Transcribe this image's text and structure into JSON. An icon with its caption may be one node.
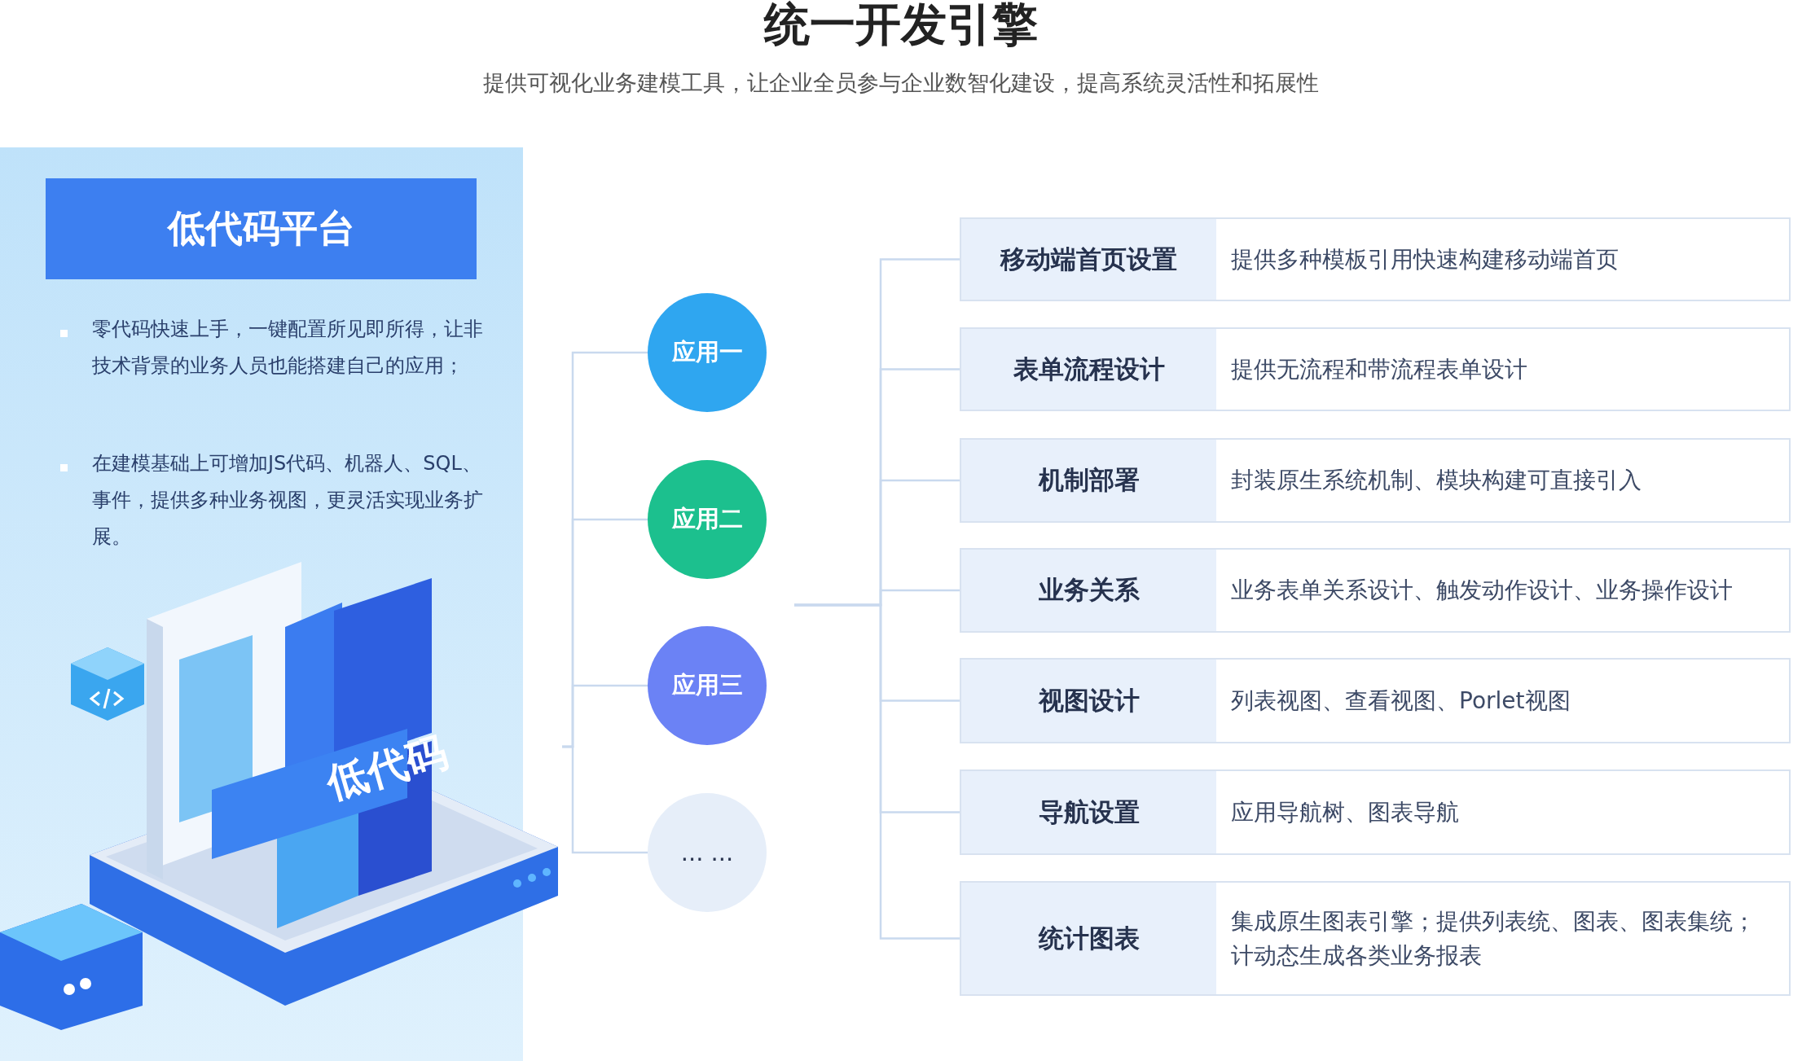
{
  "diagram": {
    "title": "统一开发引擎",
    "nodes": [
      {
        "text": [
          "低代码平台"
        ]
      },
      {
        "text": [],
        "shape": "picture"
      },
      {
        "text": [
          "应用一"
        ]
      },
      {
        "text": [
          "应用二"
        ]
      },
      {
        "text": [
          "应用三"
        ]
      },
      {
        "text": [
          "... ..."
        ]
      },
      {
        "text": [
          "移动端首页设置",
          "提供多种模板引用快速构建移动端首页"
        ]
      },
      {
        "text": [
          "表单流程设计",
          "提供无流程和带流程表单设计"
        ]
      },
      {
        "text": [
          "机制部署",
          "封装原生系统机制、模块构建可直接引入"
        ]
      },
      {
        "text": [
          "业务关系",
          "业务表单关系设计、触发动作设计、业务操作设计"
        ]
      },
      {
        "text": [
          "视图设计",
          "列表视图、查看视图、Porlet视图"
        ]
      },
      {
        "text": [
          "导航设置",
          "应用导航树、图表导航"
        ]
      },
      {
        "text": [
          "统计图表",
          "集成原生图表引擎；提供列表统、图表、图表集统；计动态生成各类业务报表"
        ]
      }
    ],
    "edges": [
      {
        "from": 1,
        "to": 2,
        "arrow": "none"
      },
      {
        "from": 1,
        "to": 3,
        "arrow": "none"
      },
      {
        "from": 1,
        "to": 4,
        "arrow": "none"
      },
      {
        "from": 1,
        "to": 5,
        "arrow": "none"
      },
      {
        "from": null,
        "to": 6,
        "arrow": "none"
      },
      {
        "from": null,
        "to": 7,
        "arrow": "none"
      },
      {
        "from": null,
        "to": 8,
        "arrow": "none"
      },
      {
        "from": null,
        "to": 9,
        "arrow": "none"
      },
      {
        "from": null,
        "to": 10,
        "arrow": "none"
      },
      {
        "from": null,
        "to": 11,
        "arrow": "none"
      },
      {
        "from": null,
        "to": 12,
        "arrow": "none"
      }
    ],
    "labels": [
      "提供可视化业务建模工具，让企业全员参与企业数智化建设，提高系统灵活性和拓展性",
      "零代码快速上手，一键配置所见即所得，让非技术背景的业务人员也能搭建自己的应用；",
      "在建模基础上可增加JS代码、机器人、SQL、事件，提供多种业务视图，更灵活实现业务扩展。",
      "低代码"
    ]
  }
}
